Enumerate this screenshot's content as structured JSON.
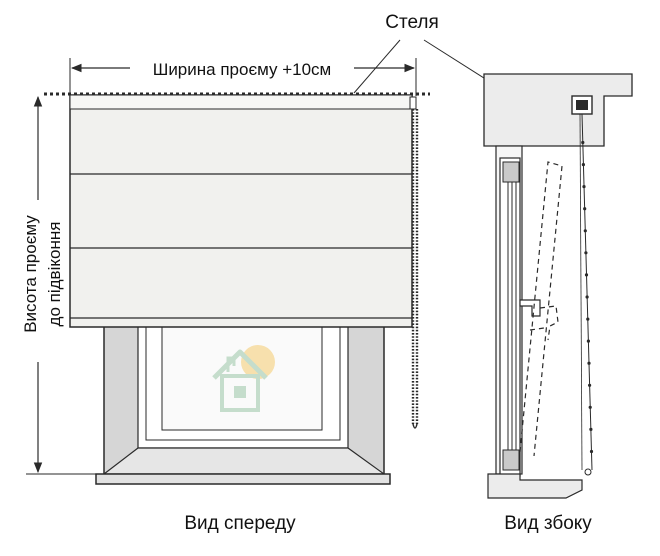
{
  "labels": {
    "ceiling": "Стеля",
    "width": "Ширина проєму +10см",
    "height_line1": "Висота проєму",
    "height_line2": "до підвіконня",
    "front_view": "Вид спереду",
    "side_view": "Вид збоку"
  },
  "colors": {
    "line": "#2a2a2a",
    "blind_fabric": "#f1f1ee",
    "frame": "#d6d6d6",
    "wall": "#ececec",
    "logo_green": "#bcd9c4",
    "logo_sun": "#f7dca0"
  },
  "icons": {
    "watermark": "house-logo-icon"
  }
}
